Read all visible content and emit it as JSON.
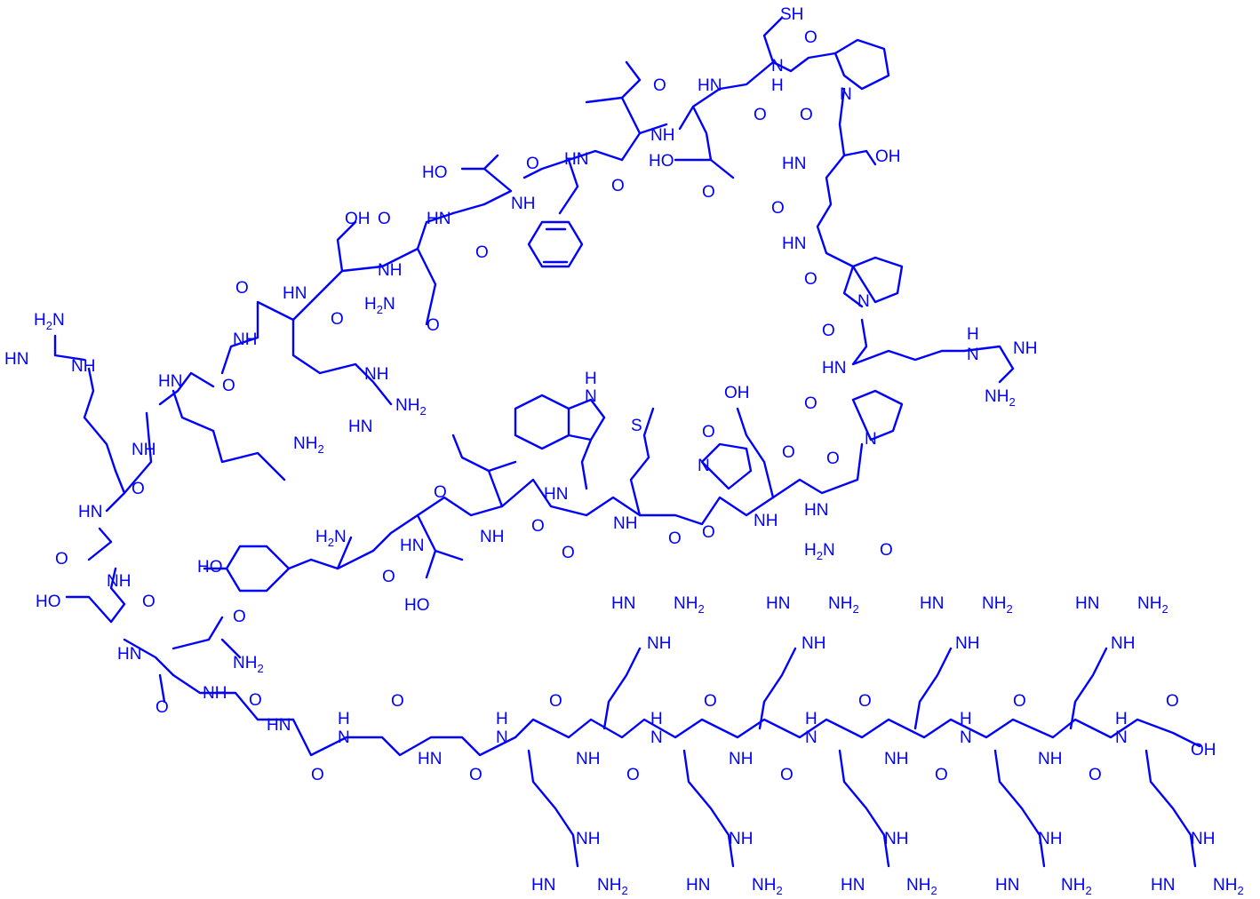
{
  "colors": {
    "ink": "#0000ff",
    "background": "#ffffff"
  },
  "molecule": {
    "labels": {
      "sh": "SH",
      "oh": "OH",
      "ho": "HO",
      "o": "O",
      "n": "N",
      "h": "H",
      "nh": "NH",
      "hn": "HN",
      "nh2": "NH2",
      "h2n": "H2N",
      "s": "S"
    }
  }
}
